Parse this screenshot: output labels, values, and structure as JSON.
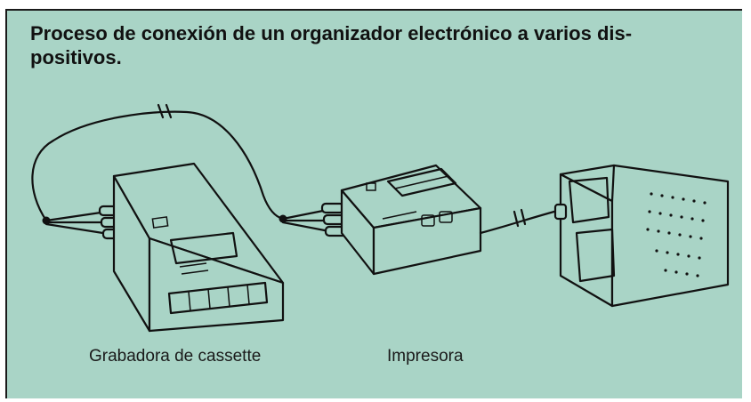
{
  "title": "Proceso de conexión de un organizador electrónico a varios dis-positivos.",
  "title_line1": "Proceso de conexión de un organizador electrónico a varios dis-",
  "title_line2": "positivos.",
  "labels": {
    "cassette": "Grabadora de cassette",
    "printer": "Impresora"
  },
  "colors": {
    "background": "#a9d4c6",
    "ink": "#111111"
  }
}
